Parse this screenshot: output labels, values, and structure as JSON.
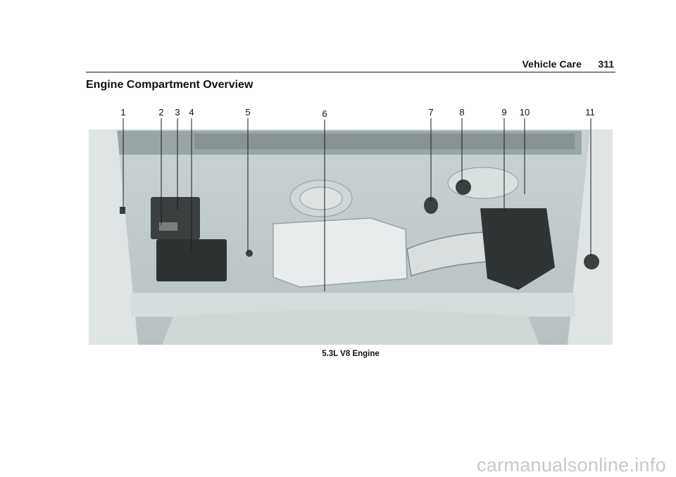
{
  "header": {
    "section": "Vehicle Care",
    "page_number": "311"
  },
  "title": "Engine Compartment Overview",
  "figure": {
    "callouts": [
      "1",
      "2",
      "3",
      "4",
      "5",
      "6",
      "7",
      "8",
      "9",
      "10",
      "11"
    ],
    "caption": "5.3L V8 Engine"
  },
  "watermark": "carmanualsonline.info"
}
